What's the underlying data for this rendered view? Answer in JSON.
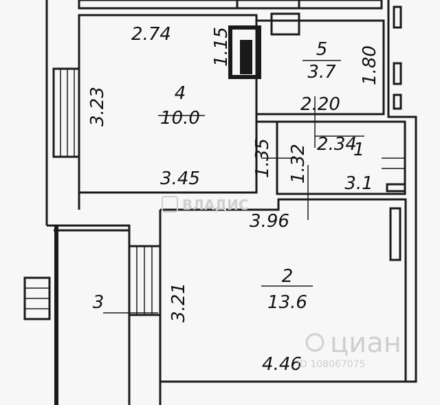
{
  "rooms": [
    {
      "number": "1",
      "area": "3.1"
    },
    {
      "number": "2",
      "area": "13.6"
    },
    {
      "number": "3"
    },
    {
      "number": "4",
      "area": "10.0"
    },
    {
      "number": "5",
      "area": "3.7"
    }
  ],
  "dimensions": {
    "d_274": "2.74",
    "d_115": "1.15",
    "d_180": "1.80",
    "d_220": "2.20",
    "d_323": "3.23",
    "d_234": "2.34",
    "d_135": "1.35",
    "d_132": "1.32",
    "d_345": "3.45",
    "d_396": "3.96",
    "d_321": "3.21",
    "d_446": "4.46"
  },
  "watermarks": {
    "vladis": "ВЛАДИС",
    "cian": "циан",
    "cian_id": "ID 108067075"
  }
}
